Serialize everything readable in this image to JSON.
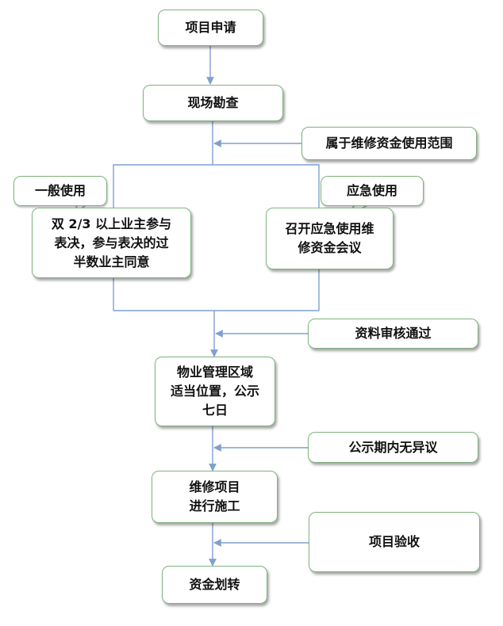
{
  "nodes": {
    "apply": "项目申请",
    "survey": "现场勘查",
    "scope": "属于维修资金使用范围",
    "general_tag": "一般使用",
    "general_vote": "双 2/3 以上业主参与\n表决，参与表决的过\n半数业主同意",
    "emergency_tag": "应急使用",
    "emergency_meeting": "召开应急使用维\n修资金会议",
    "review": "资料审核通过",
    "publicize": "物业管理区域\n适当位置，公示\n七日",
    "no_objection": "公示期内无异议",
    "construct": "维修项目\n进行施工",
    "acceptance": "项目验收",
    "transfer": "资金划转"
  },
  "colors": {
    "line": "#7fa0cf",
    "border": "#7fb37f",
    "text": "#111111"
  }
}
